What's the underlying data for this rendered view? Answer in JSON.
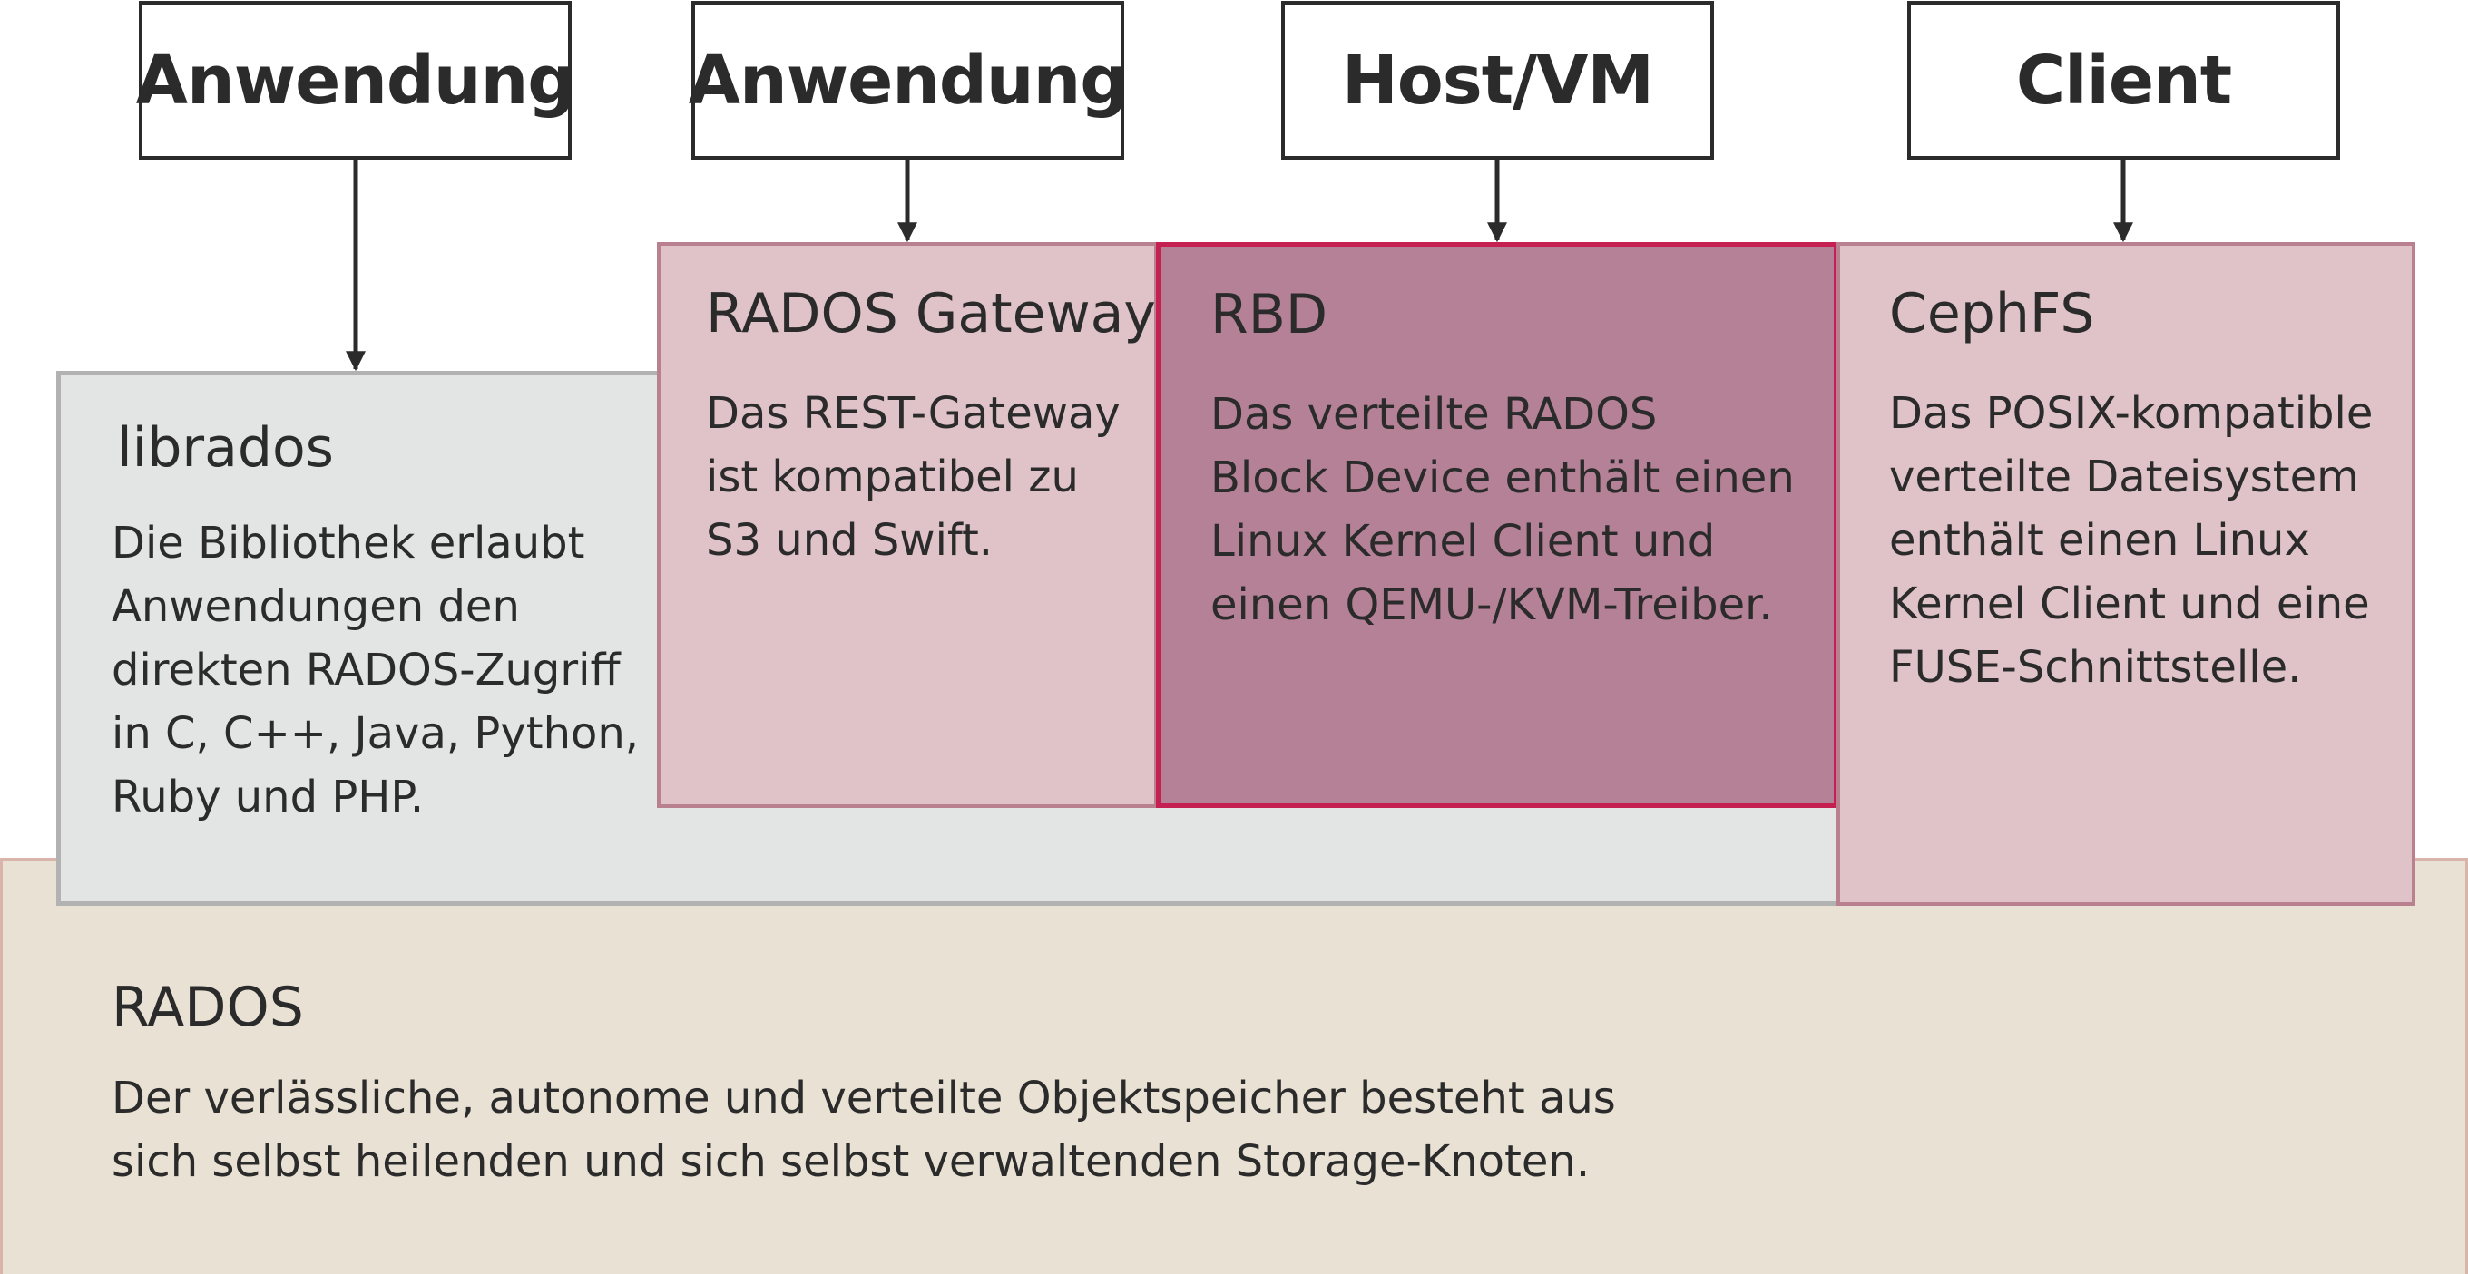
{
  "clients": [
    {
      "id": "app1",
      "label": "Anwendung"
    },
    {
      "id": "app2",
      "label": "Anwendung"
    },
    {
      "id": "host",
      "label": "Host/VM"
    },
    {
      "id": "client",
      "label": "Client"
    }
  ],
  "layers": {
    "librados": {
      "title": "librados",
      "text": [
        "Die Bibliothek erlaubt",
        "Anwendungen den",
        "direkten RADOS-Zugriff",
        "in C, C++, Java, Python,",
        "Ruby und PHP."
      ]
    },
    "rgw": {
      "title": "RADOS Gateway",
      "text": [
        "Das REST-Gateway",
        "ist kompatibel zu",
        "S3 und Swift."
      ]
    },
    "rbd": {
      "title": "RBD",
      "text": [
        "Das verteilte RADOS",
        "Block Device enthält einen",
        "Linux Kernel Client und",
        "einen QEMU-/KVM-Treiber."
      ]
    },
    "cephfs": {
      "title": "CephFS",
      "text": [
        "Das POSIX-kompatible",
        "verteilte Dateisystem",
        "enthält einen Linux",
        "Kernel Client und eine",
        "FUSE-Schnittstelle."
      ]
    },
    "rados": {
      "title": "RADOS",
      "text": [
        "Der verlässliche, autonome und verteilte Objektspeicher besteht aus",
        "sich selbst heilenden und sich selbst verwaltenden Storage-Knoten."
      ]
    }
  },
  "colors": {
    "rados_fill": "#e9e2d4",
    "librados_fill": "#e3e4e4",
    "gateway_fill": "#dfc3c9",
    "rbd_fill": "#b58196",
    "rbd_border": "#c52052",
    "cephfs_fill": "#dfc3c9",
    "line": "#2b2b2b"
  }
}
